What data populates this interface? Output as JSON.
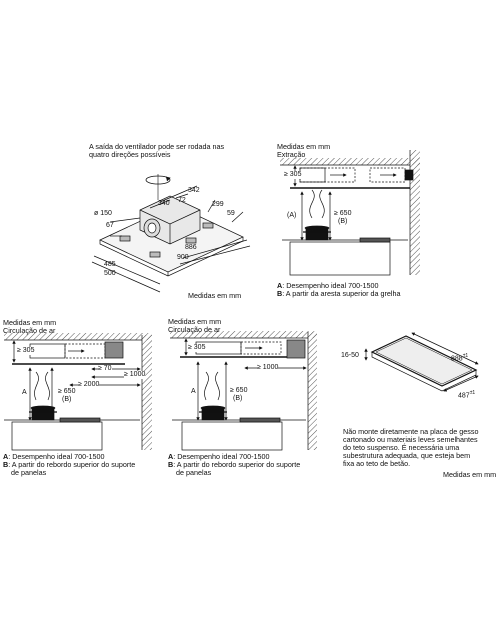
{
  "top_left": {
    "note_line1": "A saída do ventilador pode ser rodada nas",
    "note_line2": "quatro direções possíveis",
    "dims": {
      "d342": "342",
      "d340": "340",
      "d72": "72",
      "d299": "299",
      "d150": "ø 150",
      "d59": "59",
      "d67": "67",
      "d886": "886",
      "d900": "900",
      "d485": "485",
      "d500": "500"
    },
    "units": "Medidas em mm"
  },
  "top_right": {
    "title1": "Medidas em mm",
    "title2": "Extração",
    "d305": "≥ 305",
    "labelA": "(A)",
    "d650": "≥ 650",
    "labelB": "(B)",
    "legendA_key": "A",
    "legendA_text": ": Desempenho ideal 700-1500",
    "legendB_key": "B",
    "legendB_text": ": A partir da aresta superior da grelha"
  },
  "bottom_left": {
    "title1": "Medidas em mm",
    "title2": "Circulação de ar",
    "d305": "≥ 305",
    "d70": "≥ 70",
    "d1000": "≥ 1000",
    "d2000": "≥ 2000",
    "labelA": "A",
    "d650": "≥ 650",
    "labelB": "(B)",
    "legendA_key": "A",
    "legendA_text": ": Desempenho ideal 700-1500",
    "legendB_key": "B",
    "legendB_text1": ": A partir do rebordo superior do suporte",
    "legendB_text2": "de panelas"
  },
  "bottom_mid": {
    "title1": "Medidas em mm",
    "title2": "Circulação de ar",
    "d305": "≥ 305",
    "d1000": "≥ 1000",
    "labelA": "A",
    "d650": "≥ 650",
    "labelB": "(B)",
    "legendA_key": "A",
    "legendA_text": ": Desempenho ideal 700-1500",
    "legendB_key": "B",
    "legendB_text1": ": A partir do rebordo superior do suporte",
    "legendB_text2": "de panelas"
  },
  "bottom_right": {
    "d1650": "16-50",
    "d888": "888",
    "d888_sup": "±1",
    "d487": "487",
    "d487_sup": "±1",
    "note_line1": "Não monte diretamente na placa de gesso",
    "note_line2": "cartonado ou materiais leves semelhantes",
    "note_line3": "do teto suspenso. É necessária uma",
    "note_line4": "subestrutura adequada, que esteja bem",
    "note_line5": "fixa ao teto de betão.",
    "units": "Medidas em mm"
  }
}
